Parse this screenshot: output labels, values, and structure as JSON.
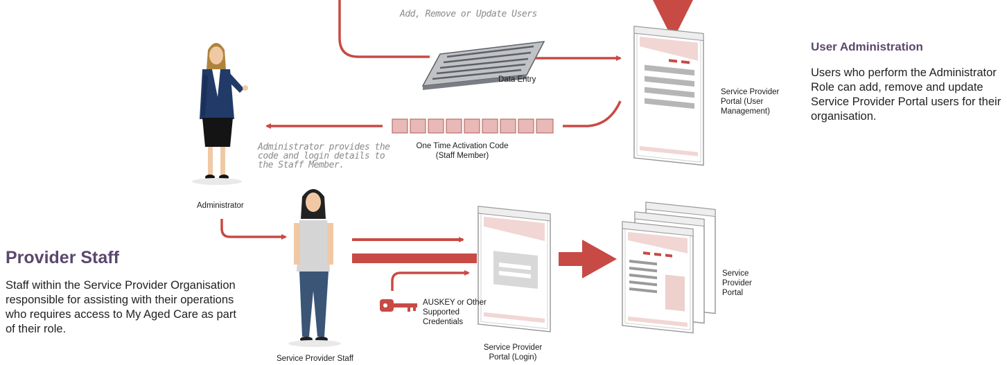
{
  "annotations": {
    "top_note": "Add, Remove or Update Users",
    "admin_note": "Administrator provides the code and login details to the Staff Member."
  },
  "labels": {
    "data_entry": "Data Entry",
    "portal_user_mgmt": "Service Provider Portal (User Management)",
    "activation_code": "One Time Activation Code (Staff Member)",
    "administrator": "Administrator",
    "staff": "Service Provider Staff",
    "credentials": "AUSKEY or Other Supported Credentials",
    "portal_login": "Service Provider Portal (Login)",
    "portal": "Service Provider Portal"
  },
  "user_admin": {
    "title": "User Administration",
    "body": "Users who perform the Administrator Role can add, remove and update Service Provider Portal users for their organisation."
  },
  "provider_staff": {
    "title": "Provider Staff",
    "body": "Staff within the Service Provider Organisation responsible for assisting with their operations who requires access to My Aged Care as part of their role."
  },
  "colors": {
    "accent_red": "#c84a44",
    "heading_purple": "#5b476d",
    "code_cell": "#e8b9b6"
  }
}
